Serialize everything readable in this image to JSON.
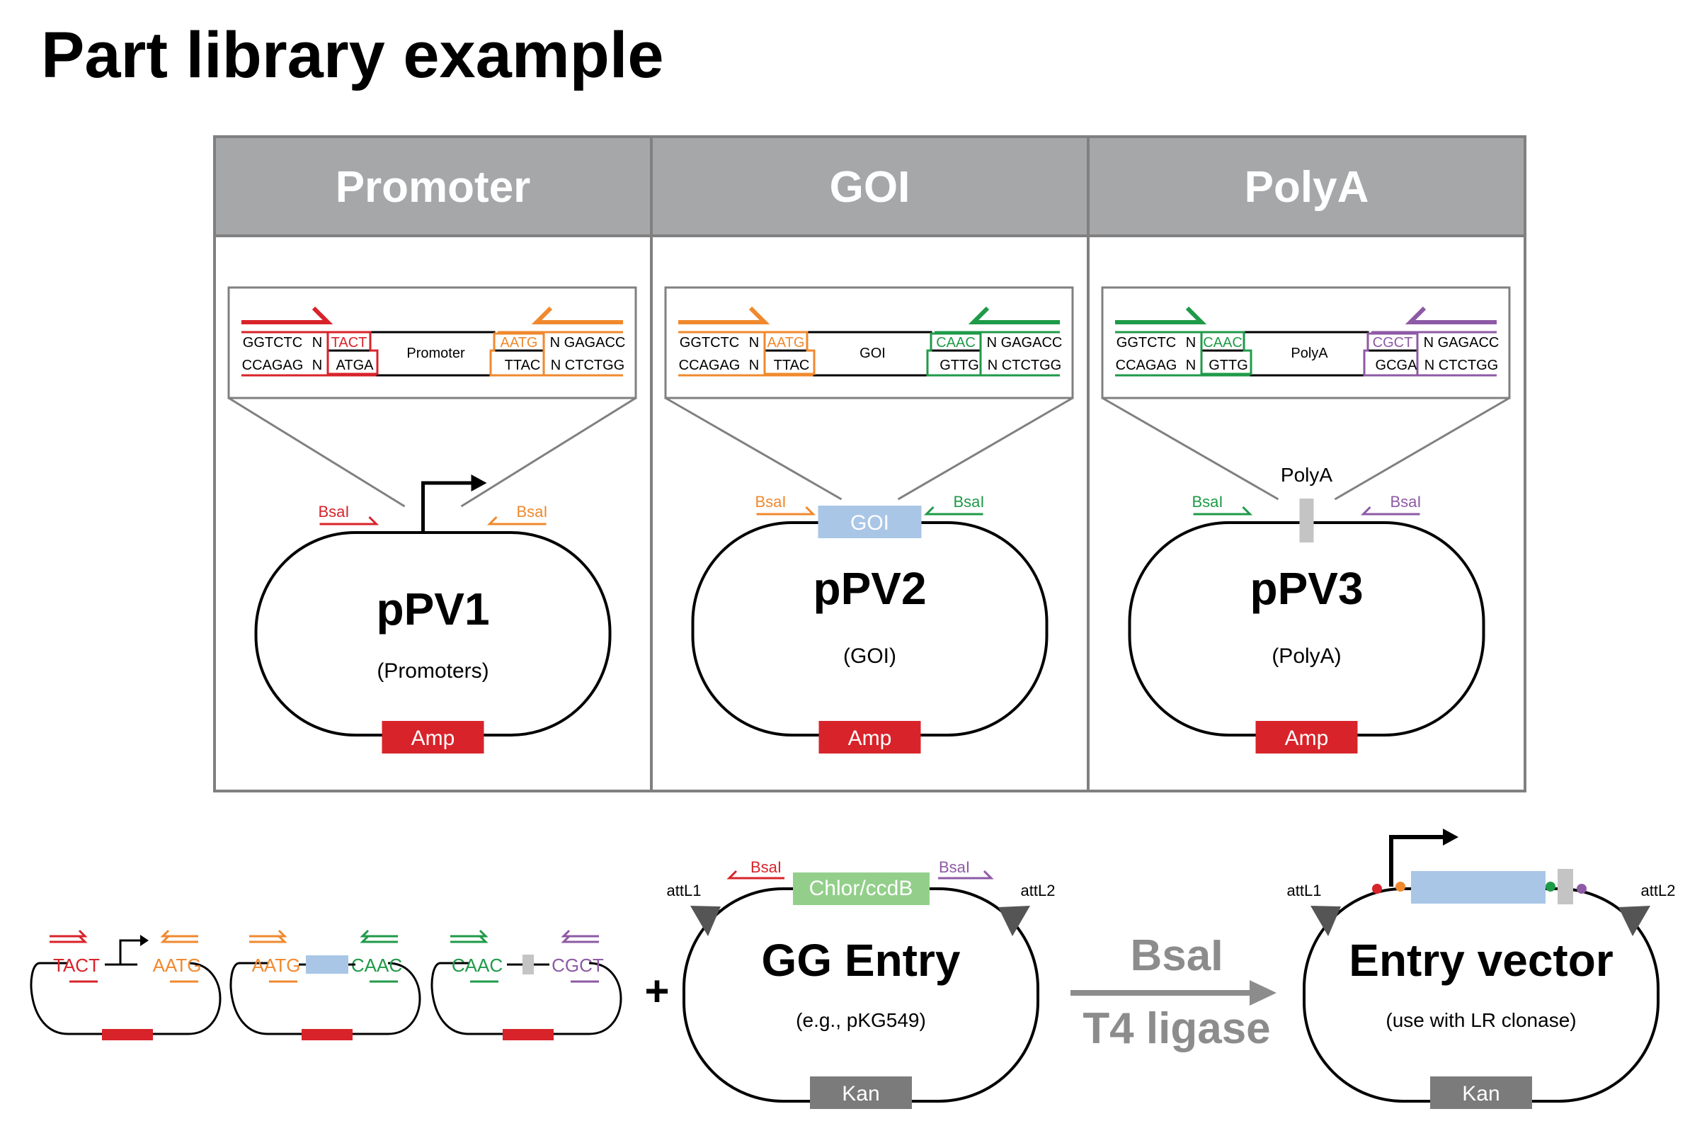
{
  "title": "Part library example",
  "panels": [
    {
      "header": "Promoter",
      "part_label": "Promoter",
      "top_seq": [
        "GGTCTC",
        "N",
        "TACT",
        "AATG",
        "N GAGACC"
      ],
      "bot_seq": [
        "CCAGAG",
        "N",
        "ATGA",
        "TTAC",
        "N CTCTGG"
      ],
      "left_site": "BsaI",
      "right_site": "BsaI",
      "plasmid_name": "pPV1",
      "plasmid_sub": "(Promoters)",
      "marker": "Amp",
      "feature_label": ""
    },
    {
      "header": "GOI",
      "part_label": "GOI",
      "top_seq": [
        "GGTCTC",
        "N",
        "AATG",
        "CAAC",
        "N GAGACC"
      ],
      "bot_seq": [
        "CCAGAG",
        "N",
        "TTAC",
        "GTTG",
        "N CTCTGG"
      ],
      "left_site": "BsaI",
      "right_site": "BsaI",
      "plasmid_name": "pPV2",
      "plasmid_sub": "(GOI)",
      "marker": "Amp",
      "feature_label": "GOI"
    },
    {
      "header": "PolyA",
      "part_label": "PolyA",
      "top_seq": [
        "GGTCTC",
        "N",
        "CAAC",
        "CGCT",
        "N GAGACC"
      ],
      "bot_seq": [
        "CCAGAG",
        "N",
        "GTTG",
        "GCGA",
        "N CTCTGG"
      ],
      "left_site": "BsaI",
      "right_site": "BsaI",
      "plasmid_name": "pPV3",
      "plasmid_sub": "(PolyA)",
      "marker": "Amp",
      "feature_label": "PolyA"
    }
  ],
  "mini_plasmids": [
    {
      "left": "TACT",
      "right": "AATG"
    },
    {
      "left": "AATG",
      "right": "CAAC"
    },
    {
      "left": "CAAC",
      "right": "CGCT"
    }
  ],
  "plus": "+",
  "gg_entry": {
    "name": "GG Entry",
    "sub": "(e.g., pKG549)",
    "cassette": "Chlor/ccdB",
    "left_site": "BsaI",
    "right_site": "BsaI",
    "att_left": "attL1",
    "att_right": "attL2",
    "marker": "Kan"
  },
  "reaction": {
    "enzyme": "BsaI",
    "ligase": "T4 ligase"
  },
  "entry_vector": {
    "name": "Entry vector",
    "sub": "(use with LR clonase)",
    "att_left": "attL1",
    "att_right": "attL2",
    "marker": "Kan"
  },
  "colors": {
    "header_bg": "#a6a7a9",
    "border": "#808080",
    "red": "#d8232a",
    "orange": "#f0892e",
    "green": "#1f9a48",
    "purple": "#8d5aa5",
    "goi_blue": "#a9c6e6",
    "polya_gray": "#c4c4c4",
    "chlor_green": "#93cf8b",
    "kan_gray": "#7b7b7b",
    "arrow_gray": "#8c8c8c"
  }
}
